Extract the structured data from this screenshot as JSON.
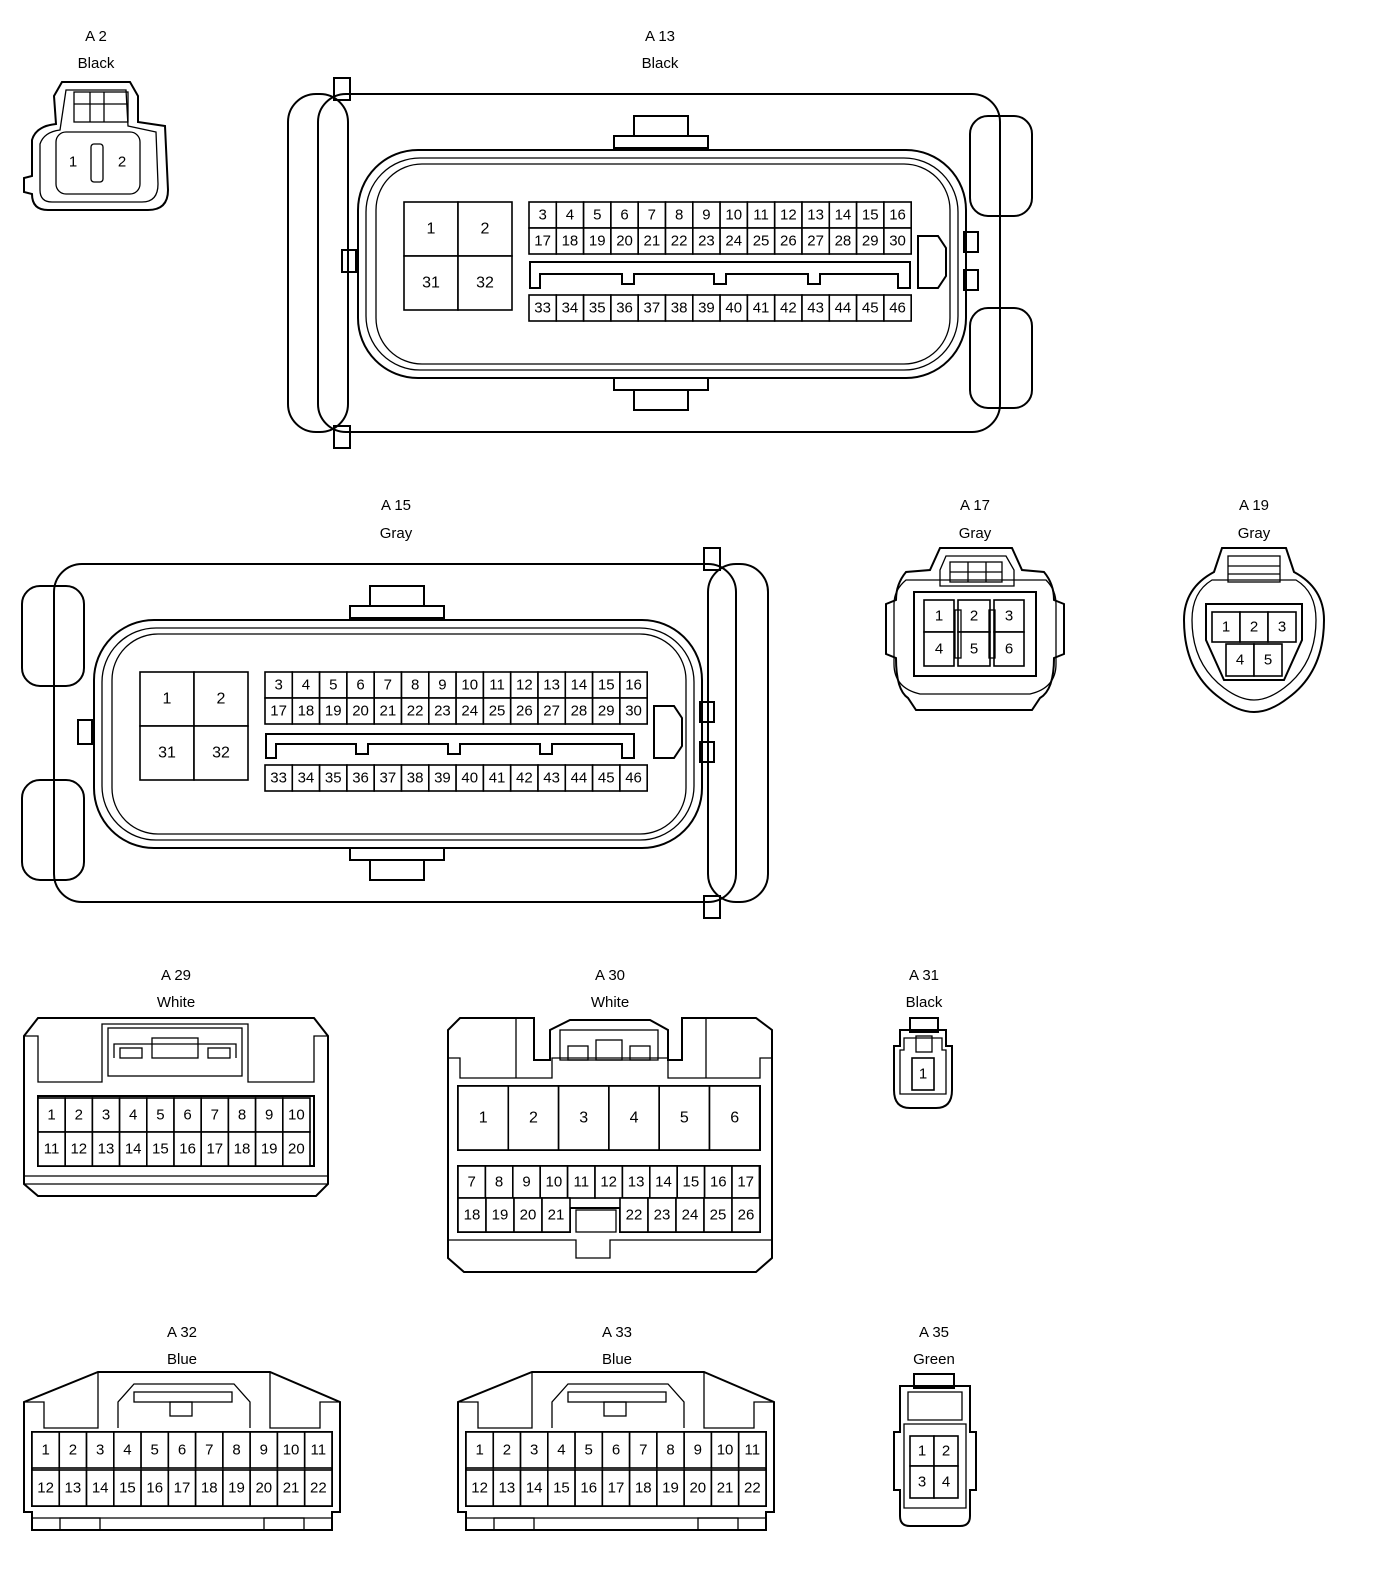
{
  "connectors": {
    "a2": {
      "code": "A 2",
      "color": "Black",
      "pins": [
        "1",
        "2"
      ]
    },
    "a13": {
      "code": "A 13",
      "color": "Black"
    },
    "a15": {
      "code": "A 15",
      "color": "Gray"
    },
    "a17": {
      "code": "A 17",
      "color": "Gray",
      "pins": [
        "1",
        "2",
        "3",
        "4",
        "5",
        "6"
      ]
    },
    "a19": {
      "code": "A 19",
      "color": "Gray",
      "pins": [
        "1",
        "2",
        "3",
        "4",
        "5"
      ]
    },
    "a29": {
      "code": "A 29",
      "color": "White"
    },
    "a30": {
      "code": "A 30",
      "color": "White"
    },
    "a31": {
      "code": "A 31",
      "color": "Black",
      "pins": [
        "1"
      ]
    },
    "a32": {
      "code": "A 32",
      "color": "Blue"
    },
    "a33": {
      "code": "A 33",
      "color": "Blue"
    },
    "a35": {
      "code": "A 35",
      "color": "Green",
      "pins": [
        "1",
        "2",
        "3",
        "4"
      ]
    }
  },
  "ecu_pins": {
    "big": [
      "1",
      "2",
      "31",
      "32"
    ],
    "row1": [
      "3",
      "4",
      "5",
      "6",
      "7",
      "8",
      "9",
      "10",
      "11",
      "12",
      "13",
      "14",
      "15",
      "16"
    ],
    "row2": [
      "17",
      "18",
      "19",
      "20",
      "21",
      "22",
      "23",
      "24",
      "25",
      "26",
      "27",
      "28",
      "29",
      "30"
    ],
    "row3": [
      "33",
      "34",
      "35",
      "36",
      "37",
      "38",
      "39",
      "40",
      "41",
      "42",
      "43",
      "44",
      "45",
      "46"
    ]
  },
  "a29_pins": {
    "row1": [
      "1",
      "2",
      "3",
      "4",
      "5",
      "6",
      "7",
      "8",
      "9",
      "10"
    ],
    "row2": [
      "11",
      "12",
      "13",
      "14",
      "15",
      "16",
      "17",
      "18",
      "19",
      "20"
    ]
  },
  "a30_pins": {
    "big": [
      "1",
      "2",
      "3",
      "4",
      "5",
      "6"
    ],
    "row1": [
      "7",
      "8",
      "9",
      "10",
      "11",
      "12",
      "13",
      "14",
      "15",
      "16",
      "17"
    ],
    "row2a": [
      "18",
      "19",
      "20",
      "21"
    ],
    "row2b": [
      "22",
      "23",
      "24",
      "25",
      "26"
    ]
  },
  "a32_pins": {
    "row1": [
      "1",
      "2",
      "3",
      "4",
      "5",
      "6",
      "7",
      "8",
      "9",
      "10",
      "11"
    ],
    "row2": [
      "12",
      "13",
      "14",
      "15",
      "16",
      "17",
      "18",
      "19",
      "20",
      "21",
      "22"
    ]
  }
}
